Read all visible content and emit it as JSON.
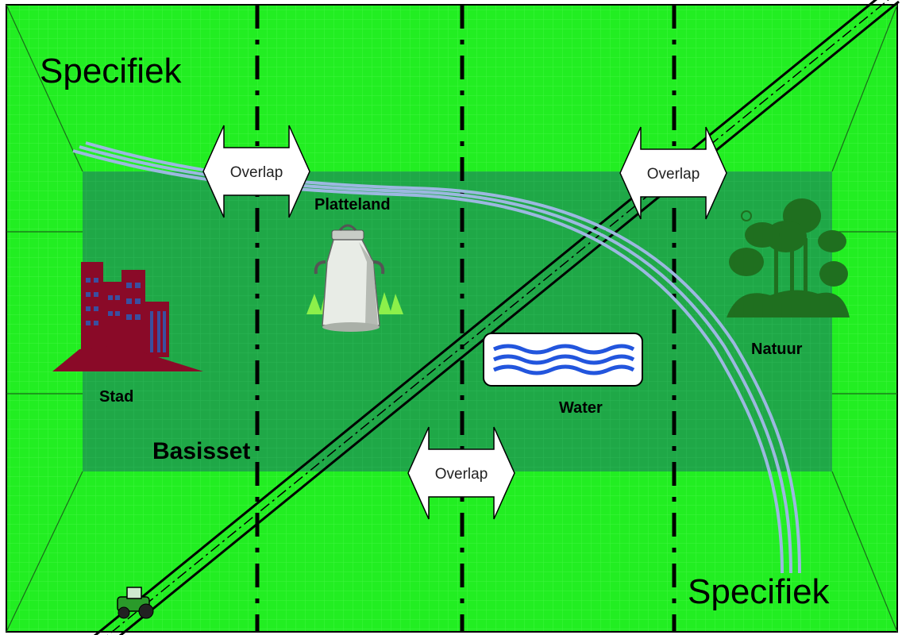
{
  "labels": {
    "specifiek_top": "Specifiek",
    "specifiek_bottom": "Specifiek",
    "basisset": "Basisset",
    "stad": "Stad",
    "platteland": "Platteland",
    "water": "Water",
    "natuur": "Natuur"
  },
  "overlaps": [
    {
      "label": "Overlap"
    },
    {
      "label": "Overlap"
    },
    {
      "label": "Overlap"
    }
  ],
  "icons": [
    "city-buildings-icon",
    "milk-can-icon",
    "water-waves-icon",
    "tree-nature-icon",
    "tractor-icon"
  ],
  "colors": {
    "outer_field": "#22ee22",
    "inner_field": "#1fa847",
    "river": "#9cb8e0",
    "city": "#8a0a28",
    "city_windows": "#3a4fa0",
    "nature": "#1f6f1f",
    "water_waves": "#2255dd",
    "divider": "#000000"
  }
}
